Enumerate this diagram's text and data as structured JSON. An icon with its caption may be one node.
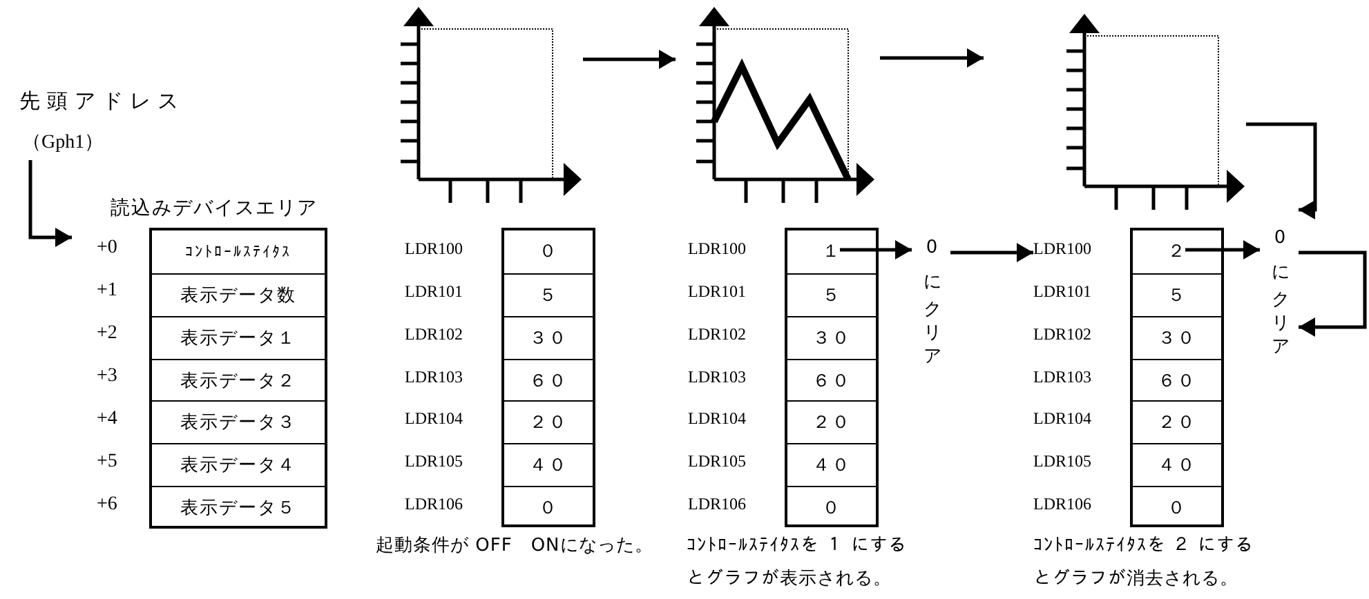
{
  "diagram": {
    "nodes": [
      {
        "text": [
          "先頭アドレス",
          "（Gph1）"
        ]
      },
      {
        "text": [
          "読込みデバイスエリア"
        ]
      },
      {
        "text": [
          "ｺﾝﾄﾛｰﾙｽﾃｲﾀｽ"
        ],
        "in": 1
      },
      {
        "text": [
          "表示データ数"
        ],
        "in": 1
      },
      {
        "text": [
          "表示データ１"
        ],
        "in": 1
      },
      {
        "text": [
          "表示データ２"
        ],
        "in": 1
      },
      {
        "text": [
          "表示データ３"
        ],
        "in": 1
      },
      {
        "text": [
          "表示データ４"
        ],
        "in": 1
      },
      {
        "text": [
          "表示データ５"
        ],
        "in": 1
      },
      {
        "text": [],
        "shape": "chart"
      },
      {
        "text": [],
        "shape": "chart"
      },
      {
        "text": [],
        "shape": "chart"
      },
      {
        "text": [],
        "shape": "box"
      },
      {
        "text": [
          "０"
        ],
        "in": 12
      },
      {
        "text": [
          "５"
        ],
        "in": 12
      },
      {
        "text": [
          "３０"
        ],
        "in": 12
      },
      {
        "text": [
          "６０"
        ],
        "in": 12
      },
      {
        "text": [
          "２０"
        ],
        "in": 12
      },
      {
        "text": [
          "４０"
        ],
        "in": 12
      },
      {
        "text": [
          "０"
        ],
        "in": 12
      },
      {
        "text": [],
        "shape": "box"
      },
      {
        "text": [
          "１"
        ],
        "in": 20
      },
      {
        "text": [
          "５"
        ],
        "in": 20
      },
      {
        "text": [
          "３０"
        ],
        "in": 20
      },
      {
        "text": [
          "６０"
        ],
        "in": 20
      },
      {
        "text": [
          "２０"
        ],
        "in": 20
      },
      {
        "text": [
          "４０"
        ],
        "in": 20
      },
      {
        "text": [
          "０"
        ],
        "in": 20
      },
      {
        "text": [
          "0にクリア"
        ]
      },
      {
        "text": [],
        "shape": "box"
      },
      {
        "text": [
          "２"
        ],
        "in": 29
      },
      {
        "text": [
          "５"
        ],
        "in": 29
      },
      {
        "text": [
          "３０"
        ],
        "in": 29
      },
      {
        "text": [
          "６０"
        ],
        "in": 29
      },
      {
        "text": [
          "２０"
        ],
        "in": 29
      },
      {
        "text": [
          "４０"
        ],
        "in": 29
      },
      {
        "text": [
          "０"
        ],
        "in": 29
      },
      {
        "text": [
          "0にクリア"
        ]
      },
      {
        "text": [
          "LDR100"
        ]
      }
    ],
    "edges": [
      {
        "from": 0,
        "to": 1,
        "arrow": "to"
      },
      {
        "from": 9,
        "to": 10,
        "arrow": "to"
      },
      {
        "from": 10,
        "to": 11,
        "arrow": "to"
      },
      {
        "from": 21,
        "to": 28,
        "arrow": "to"
      },
      {
        "from": 28,
        "to": 38,
        "arrow": "to"
      },
      {
        "from": 11,
        "to": 37,
        "arrow": "to"
      },
      {
        "from": 30,
        "to": 37,
        "arrow": "to"
      },
      {
        "from": 37,
        "to": 37,
        "arrow": "to"
      }
    ],
    "labels": [
      "+0",
      "+1",
      "+2",
      "+3",
      "+4",
      "+5",
      "+6",
      "LDR100",
      "LDR101",
      "LDR102",
      "LDR103",
      "LDR104",
      "LDR105",
      "LDR106",
      "LDR100",
      "LDR101",
      "LDR102",
      "LDR103",
      "LDR104",
      "LDR105",
      "LDR106",
      "LDR101",
      "LDR102",
      "LDR103",
      "LDR104",
      "LDR105",
      "LDR106",
      "起動条件が OFF　ONになった。",
      "ｺﾝﾄﾛｰﾙｽﾃｲﾀｽを １ にするとグラフが表示される。",
      "ｺﾝﾄﾛｰﾙｽﾃｲﾀｽを ２ にするとグラフが消去される。"
    ]
  }
}
